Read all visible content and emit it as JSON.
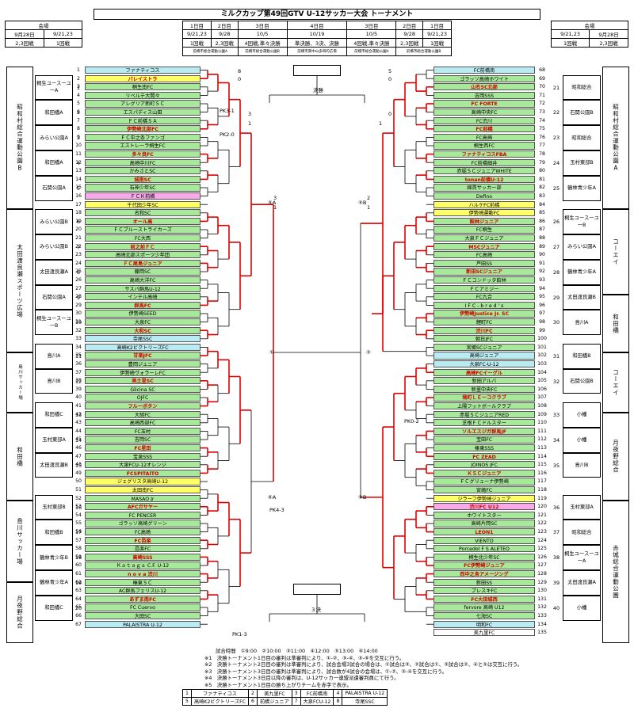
{
  "title": "ミルクカップ第49回GTV U-12サッカー大会 トーナメント",
  "hdr_left": {
    "r1": [
      "会場",
      "",
      ""
    ],
    "r2": [
      "9月28日",
      "9/21,23"
    ],
    "r3": [
      "2,3回戦",
      "1回戦"
    ]
  },
  "hdr_mid": {
    "days": [
      "1日目",
      "2日目",
      "3日目",
      "4日目",
      "3日目",
      "2日目",
      "1日目"
    ],
    "dates": [
      "9/21,23",
      "9/28",
      "10/5",
      "10/19",
      "10/5",
      "9/28",
      "9/21,23"
    ],
    "rounds": [
      "1回戦",
      "2,3回戦",
      "4回戦,準々決勝",
      "準決勝、3決、決勝",
      "4回戦,準々決勝",
      "2,3回戦",
      "1回戦"
    ],
    "venues": [
      "前橋市総合運動公園A",
      "前橋市総合運動公園B",
      "前橋市東中山多目的広場",
      "前橋市総合運動公園A",
      "前橋市総合運動公園B"
    ]
  },
  "hdr_right": {
    "r1": [
      "会場"
    ],
    "r2": [
      "9/21,23",
      "9月28日"
    ],
    "r3": [
      "1回戦",
      "2,3回戦"
    ]
  },
  "venues_left": [
    "昭和村総合運動公園B",
    "太田渡良瀬スポーツ広場",
    "島川サッカー場",
    "和田橋",
    "島川サッカー場",
    "月夜野総合"
  ],
  "venues_right": [
    "昭和村総合運動公園A",
    "コーエイ",
    "和田橋",
    "コーエイ",
    "月夜野総合",
    "赤城総合運動公園"
  ],
  "left_groups": [
    {
      "name": "桐生ユースーユーA",
      "no": "1"
    },
    {
      "name": "和田橋A",
      "no": "2"
    },
    {
      "name": "みらい公園A",
      "no": "3"
    },
    {
      "name": "和田橋A",
      "no": "4"
    },
    {
      "name": "石関公園A",
      "no": "5"
    },
    {
      "name": "みらい公園B",
      "no": "6"
    },
    {
      "name": "みらい公園B",
      "no": "7"
    },
    {
      "name": "太田渡良瀬A",
      "no": "8"
    },
    {
      "name": "石関公園A",
      "no": "9"
    },
    {
      "name": "桐生ユースーユーB",
      "no": "10"
    },
    {
      "name": "島川A",
      "no": "11"
    },
    {
      "name": "島川B",
      "no": "12"
    },
    {
      "name": "和田橋C",
      "no": "13"
    },
    {
      "name": "玉村東部A",
      "no": "14"
    },
    {
      "name": "太田渡良瀬B",
      "no": "15"
    },
    {
      "name": "玉村東部B",
      "no": "16"
    },
    {
      "name": "和田橋B",
      "no": "17"
    },
    {
      "name": "鶴林青少年B",
      "no": "18"
    },
    {
      "name": "鶴林青少年A",
      "no": "19"
    },
    {
      "name": "和田橋C",
      "no": "20"
    }
  ],
  "right_groups": [
    {
      "name": "昭和総合",
      "no": "21"
    },
    {
      "name": "石関公園B",
      "no": "22"
    },
    {
      "name": "昭和総合",
      "no": "23"
    },
    {
      "name": "玉村東部B",
      "no": "24"
    },
    {
      "name": "鶴林青少年A",
      "no": "25"
    },
    {
      "name": "桐生ユースーユーB",
      "no": "26"
    },
    {
      "name": "みらい公園A",
      "no": "27"
    },
    {
      "name": "鶴林青少年A",
      "no": "28"
    },
    {
      "name": "太田渡良瀬B",
      "no": "29"
    },
    {
      "name": "島川A",
      "no": "30"
    },
    {
      "name": "和田橋B",
      "no": "31"
    },
    {
      "name": "石関公園B",
      "no": "32"
    },
    {
      "name": "小幡",
      "no": "33"
    },
    {
      "name": "小幡",
      "no": "34"
    },
    {
      "name": "島川B",
      "no": "35"
    },
    {
      "name": "玉村東部A",
      "no": "36"
    },
    {
      "name": "昭和総合",
      "no": "37"
    },
    {
      "name": "桐生ユースーユーA",
      "no": "38"
    },
    {
      "name": "太田渡良瀬A",
      "no": "39"
    },
    {
      "name": "小幡",
      "no": "40"
    }
  ],
  "left_teams": [
    "ファナティコス",
    "パレイストラ",
    "桐生南FC",
    "リベルテ大間々",
    "アレグリア新町ＳＣ",
    "エスパディス山田",
    "ＦＣ前橋ＳＡ",
    "伊勢崎北部FC",
    "ＦＣ中之条ファンゴ",
    "エストレーラ桐生FC",
    "多々良FC",
    "高崎中川FC",
    "かみさとSC",
    "城南SC",
    "石神少年SC",
    "ＦＣＫ前橋",
    "千代田少年SC",
    "名和SC",
    "オール高",
    "ＦＣブルーストライカーズ",
    "FC大西",
    "前之前ＦＣ",
    "高崎北部スポーツ少年団",
    "ＦＣ尾島ジュニア",
    "藤岡SC",
    "高崎大洋FC",
    "サスパ群馬U-12",
    "インテル高崎",
    "群馬FC",
    "伊勢崎SEED",
    "大泉FC",
    "大和SC",
    "寺尾SSC",
    "高崎K2ビクトリーズFC",
    "甘楽JFC",
    "豊岡ジュニア",
    "伊勢崎ヴォラーレFC",
    "美土里SC",
    "Glicina SC",
    "OJFC",
    "フルーボタン",
    "大胡FC",
    "高崎西部FC",
    "FC玉村",
    "吉岡SC",
    "FC星田",
    "宝泉SSS",
    "大泉FCU-12オレンジ",
    "FCSPITAITO",
    "ジェグリスタ高崎U-12",
    "太田南FC",
    "MASAO Jr",
    "AFCガサヤー",
    "FC PENCER",
    "ゴラッソ高崎グリーン",
    "FC高崎",
    "FC邑楽",
    "邑楽FC",
    "高崎SSS",
    "Ｋａｔａｇａ C.F. U-12",
    "n o v a 渋川",
    "榛東ＳＣ",
    "AC群馬フェリスU-12",
    "あずま南FC",
    "FC Cuervo",
    "大田SC",
    "PALAISTRA U-12"
  ],
  "right_teams": [
    "FC前橋南",
    "ゴラッソ高崎ホワイト",
    "山名SC北部",
    "吉岡SSS",
    "FC FORTE",
    "高崎中央FC",
    "FC渋川",
    "FC前橋",
    "FC高崎",
    "桐生西FC",
    "ファナティコスFBA",
    "FC前橋細井",
    "赤堀ＳＣジュニアWHITE",
    "tonan前橋U-12",
    "綿貫サッカー部",
    "Defino",
    "ハルケFC前橋",
    "伊勢崎運動FC",
    "館林ジュニア",
    "FC桐生",
    "大泉ＦＣジュニア",
    "MSCジュニア",
    "FC高崎",
    "芦田SS",
    "新田SCジュニア",
    "ＦＣコンドッタ館林",
    "ＦＣアミジー",
    "FC九合",
    "I F C - b r e d ' s",
    "伊勢崎Justice Jr. SC",
    "鯉町FC",
    "渋川FC",
    "朝日JFC",
    "宮郷SCジュニア",
    "高崎ジュニア",
    "大泉FC-U-12",
    "高崎FCイーグル",
    "新田アルバ",
    "新里中央FC",
    "境町ＬＥーコクラブ",
    "上陽フットボールクラブ",
    "赤堀ＳＣジュニアRED",
    "芝根ＦＣドルスター",
    "ソルエスジガ群馬JF",
    "宝田FC",
    "榛東SSS",
    "FC ZEAD",
    "JOINOS JFC",
    "ＫＳＣジュニア",
    "ＦＣグリューナ伊勢崎",
    "宮嶋FC",
    "ジラーフ伊勢崎ジュニア",
    "渋川FC U12",
    "ホワイトスター",
    "高崎片岡SC",
    "LEON1",
    "VIENTO",
    "Porcedol F S ALETEO",
    "桐生北少年SC",
    "FC伊勢崎ジュニア",
    "西中之条アメージング",
    "新田SS",
    "ブレスキFC",
    "FC大田城西",
    "fervore 高崎 U12",
    "七海SC",
    "明和FC",
    "美九里FC"
  ],
  "pk": {
    "l1": "PK3-1",
    "l2": "PK2-0",
    "l3": "PK4-3",
    "l4": "PK1-3",
    "r1": "PK0-2"
  },
  "center": {
    "final": "決勝",
    "third": "３決"
  },
  "times": "試合時間　①9:00　②10:00　③11:00　④12:00　⑤13:00　⑥14:00",
  "notes": [
    "※1　決勝トーナメント1日目の審判は準審判により、①-②、③-④、⑤-⑥を交互に行う。",
    "※2　決勝トーナメント2日目の審判は準審判により、試合会場3試合の場合は、①試合は③、②試合は①、③試合は②、④と⑤は交互に行う。",
    "※3　決勝トーナメント3日目の審判は準審判により、試合数が4試合の会場は、①-②、③-④を交互に行う。",
    "※4　決勝トーナメント3日目以降の審判は、U-12サッカー連盟派遣審判員にて行う。",
    "※5　決勝トーナメント1日目の勝ち上がりチームを赤字で表示。"
  ],
  "legend": [
    [
      "1",
      "ファナティコス"
    ],
    [
      "2",
      "美九里FC"
    ],
    [
      "3",
      "FC前橋南"
    ],
    [
      "4",
      "PALAISTRA U-12"
    ],
    [
      "5",
      "高崎K2ビクトリーズFC"
    ],
    [
      "6",
      "前橋ジュニア"
    ],
    [
      "7",
      "大泉FCU-12"
    ],
    [
      "8",
      "寺尾SSC"
    ]
  ]
}
